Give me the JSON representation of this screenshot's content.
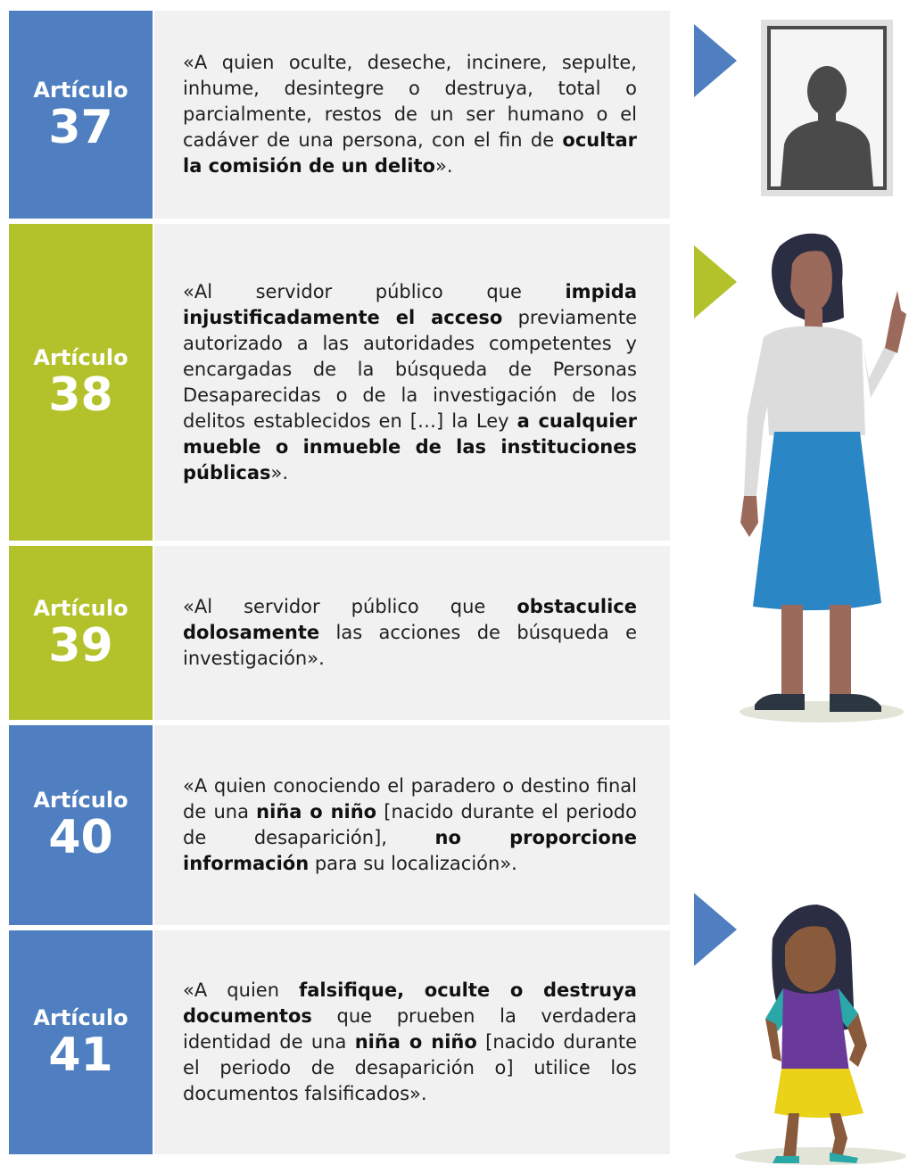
{
  "colors": {
    "blue": "#4f7fc0",
    "green": "#b3c22b",
    "panel": "#f1f1f1"
  },
  "articles": [
    {
      "label": "Artículo",
      "number": "37",
      "segments": [
        {
          "t": "«A quien oculte, deseche, incinere, sepulte, inhume, desintegre o destruya, total o parcialmente, restos de un ser humano o el cadáver de una persona, con el fin de ",
          "b": false
        },
        {
          "t": "ocultar la comisión de un delito",
          "b": true
        },
        {
          "t": "».",
          "b": false
        }
      ]
    },
    {
      "label": "Artículo",
      "number": "38",
      "segments": [
        {
          "t": "«Al servidor público que ",
          "b": false
        },
        {
          "t": "impida injustificadamente el acceso",
          "b": true
        },
        {
          "t": " previamente autorizado a las autoridades competentes y encargadas de la búsqueda de Personas Desaparecidas o de la investigación de los delitos establecidos en […] la Ley ",
          "b": false
        },
        {
          "t": "a cualquier mueble o inmueble de las instituciones públicas",
          "b": true
        },
        {
          "t": "».",
          "b": false
        }
      ]
    },
    {
      "label": "Artículo",
      "number": "39",
      "segments": [
        {
          "t": "«Al servidor público que ",
          "b": false
        },
        {
          "t": "obstaculice dolosamente",
          "b": true
        },
        {
          "t": " las acciones de búsqueda e investigación».",
          "b": false
        }
      ]
    },
    {
      "label": "Artículo",
      "number": "40",
      "segments": [
        {
          "t": "«A quien conociendo el paradero o destino final de una ",
          "b": false
        },
        {
          "t": "niña o niño",
          "b": true
        },
        {
          "t": " [nacido durante el periodo de desaparición], ",
          "b": false
        },
        {
          "t": "no proporcione información",
          "b": true
        },
        {
          "t": " para su localización».",
          "b": false
        }
      ]
    },
    {
      "label": "Artículo",
      "number": "41",
      "segments": [
        {
          "t": "«A quien ",
          "b": false
        },
        {
          "t": "falsifique, oculte o destruya documentos",
          "b": true
        },
        {
          "t": " que prueben la verdadera identidad de una ",
          "b": false
        },
        {
          "t": "niña o niño",
          "b": true
        },
        {
          "t": " [nacido durante el periodo de desaparición o] utilice los documentos falsificados».",
          "b": false
        }
      ]
    }
  ]
}
